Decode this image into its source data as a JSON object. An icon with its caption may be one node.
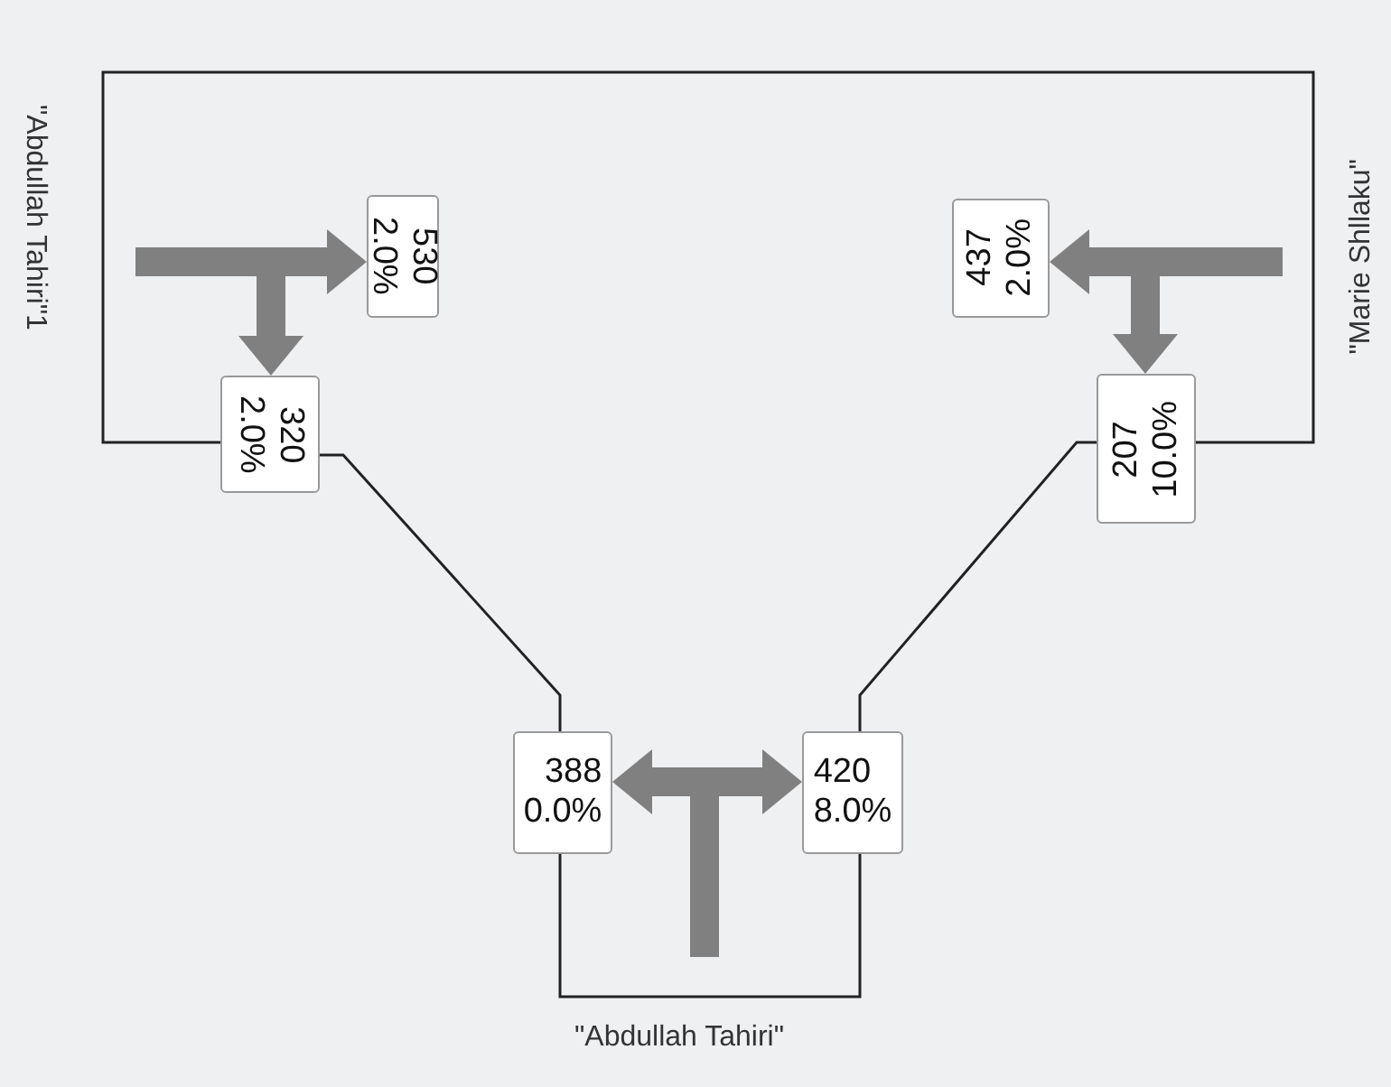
{
  "diagram": {
    "nodes": [
      {
        "text": [
          "530",
          "2.0%"
        ]
      },
      {
        "text": [
          "437",
          "2.0%"
        ]
      },
      {
        "text": [
          "320",
          "2.0%"
        ]
      },
      {
        "text": [
          "207",
          "10.0%"
        ]
      },
      {
        "text": [
          "388",
          "0.0%"
        ]
      },
      {
        "text": [
          "420",
          "8.0%"
        ]
      }
    ],
    "edges": [
      {
        "from": null,
        "to": 0,
        "arrow": "to"
      },
      {
        "from": null,
        "to": 2,
        "arrow": "to"
      },
      {
        "from": null,
        "to": 1,
        "arrow": "to"
      },
      {
        "from": null,
        "to": 3,
        "arrow": "to"
      },
      {
        "from": null,
        "to": 4,
        "arrow": "to"
      },
      {
        "from": null,
        "to": 5,
        "arrow": "to"
      },
      {
        "from": 2,
        "to": 4,
        "arrow": "none",
        "color": "#222222"
      },
      {
        "from": 4,
        "to": 5,
        "arrow": "none",
        "color": "#222222"
      },
      {
        "from": 5,
        "to": 3,
        "arrow": "none",
        "color": "#222222"
      },
      {
        "from": 3,
        "to": 2,
        "arrow": "none",
        "color": "#222222"
      }
    ],
    "labels": [
      "\"Abdullah Tahiri\"1",
      "\"Marie Shllaku\"",
      "\"Abdullah Tahiri\""
    ]
  }
}
